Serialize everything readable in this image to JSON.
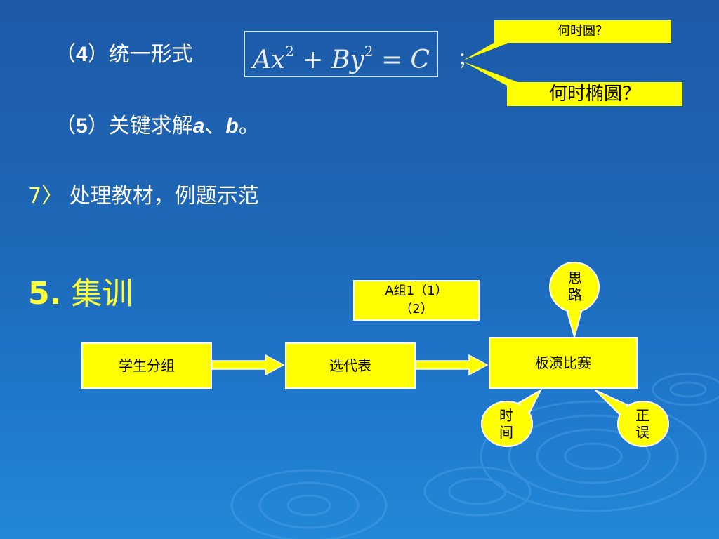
{
  "item4": {
    "prefix": "（",
    "num": "4",
    "suffix": "）统一形式"
  },
  "formula": {
    "a": "Ax",
    "exp1": "2",
    "plus": " + By",
    "exp2": "2",
    "eq": " = C"
  },
  "semicolon": "；",
  "callouts": {
    "q1": "何时圆？",
    "q2": "何时椭圆？"
  },
  "item5": {
    "prefix": "（",
    "num": "5",
    "text": "）关键求解",
    "a": "a",
    "sep": "、",
    "b": "b",
    "end": "。"
  },
  "item7": {
    "num": "7〉",
    "text": " 处理教材，例题示范"
  },
  "section": {
    "num": "5.",
    "title": " 集训"
  },
  "flow": {
    "group_line1": "A组1（1）",
    "group_line2": "（2）",
    "box1": "学生分组",
    "box2": "选代表",
    "box3": "板演比赛"
  },
  "bubbles": {
    "thinking": [
      "思",
      "路"
    ],
    "time": [
      "时",
      "间"
    ],
    "correctness": [
      "正",
      "误"
    ]
  },
  "colors": {
    "background": "#1e64b4",
    "callout": "#ffff00",
    "heading": "#ffff33",
    "text": "#ffffff"
  }
}
